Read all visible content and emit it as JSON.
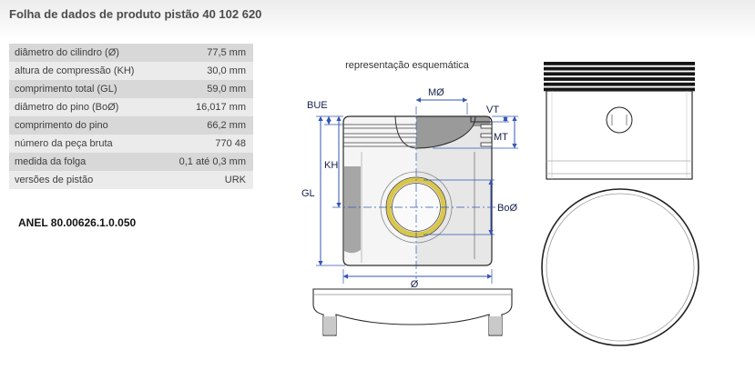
{
  "page": {
    "title": "Folha de dados de produto pistão 40 102 620"
  },
  "spec_table": {
    "rows": [
      {
        "label": "diâmetro do cilindro (Ø)",
        "value": "77,5 mm"
      },
      {
        "label": "altura de compressão (KH)",
        "value": "30,0 mm"
      },
      {
        "label": "comprimento total (GL)",
        "value": "59,0 mm"
      },
      {
        "label": "diâmetro do pino (BoØ)",
        "value": "16,017 mm"
      },
      {
        "label": "comprimento do pino",
        "value": "66,2 mm"
      },
      {
        "label": "número da peça bruta",
        "value": "770 48"
      },
      {
        "label": "medida da folga",
        "value": "0,1 até 0,3 mm"
      },
      {
        "label": "versões de pistão",
        "value": "URK"
      }
    ]
  },
  "ring_note": "ANEL 80.00626.1.0.050",
  "diagram": {
    "caption": "representação esquemática",
    "labels": {
      "bue": "BUE",
      "mo": "MØ",
      "vt": "VT",
      "mt": "MT",
      "kh": "KH",
      "gl": "GL",
      "bo": "BoØ",
      "dia": "Ø"
    },
    "colors": {
      "dimension_lines": "#3355b4",
      "pin_ring_highlight": "#d9c64a"
    }
  }
}
